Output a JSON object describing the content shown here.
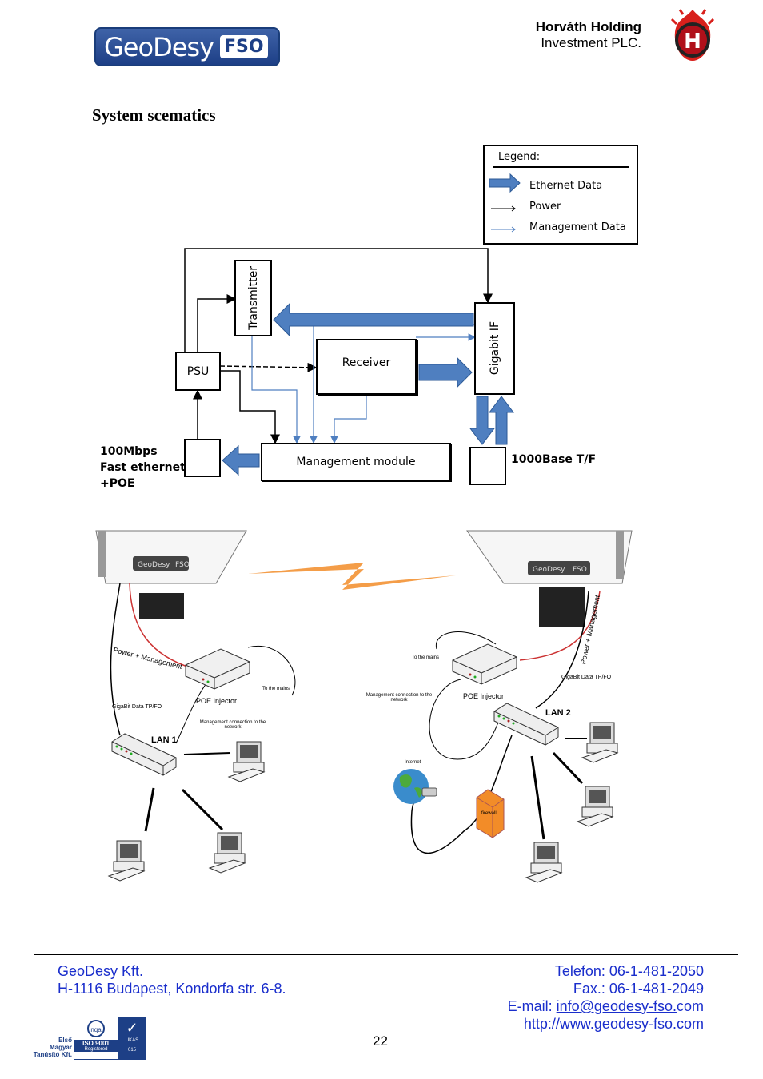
{
  "header": {
    "logo_main": "GeoDesy",
    "logo_tag": "FSO",
    "company_line1": "Horváth Holding",
    "company_line2": "Investment PLC.",
    "emblem_letter": "H"
  },
  "title": "System scematics",
  "legend": {
    "title": "Legend:",
    "items": [
      "Ethernet Data",
      "Power",
      "Management Data"
    ]
  },
  "schematic": {
    "transmitter": "Transmitter",
    "receiver": "Receiver",
    "psu": "PSU",
    "gigabit_if": "Gigabit IF",
    "management_module": "Management module",
    "left_port_label_1": "100Mbps",
    "left_port_label_2": "Fast ethernet",
    "left_port_label_3": "+POE",
    "right_port_label": "1000Base T/F"
  },
  "network": {
    "left": {
      "device_logo": "GeoDesy",
      "device_tag": "FSO",
      "power_label": "Power + Management",
      "poe_label": "POE Injector",
      "mains_label": "To the mains",
      "data_label": "GigaBit Data TP/FO",
      "mgmt_label": "Management connection to the network",
      "lan_label": "LAN 1"
    },
    "right": {
      "device_logo": "GeoDesy",
      "device_tag": "FSO",
      "power_label": "Power + Management",
      "poe_label": "POE Injector",
      "mains_label": "To the mains",
      "data_label": "GigaBit Data TP/FO",
      "mgmt_label": "Management connection to the network",
      "lan_label": "LAN 2",
      "internet_label": "Internet",
      "firewall_label": "firewall"
    }
  },
  "footer": {
    "company": "GeoDesy Kft.",
    "address": "H-1116 Budapest, Kondorfa str. 6-8.",
    "phone": "Telefon: 06-1-481-2050",
    "fax": "Fax.: 06-1-481-2049",
    "email_prefix": "E-mail: ",
    "email_link": "info@geodesy-fso.",
    "email_suffix": "com",
    "web": "http://www.geodesy-fso.com",
    "page_number": "22",
    "cert_text_1": "Első",
    "cert_text_2": "Magyar",
    "cert_text_3": "Tanúsító Kft.",
    "cert_iso": "ISO 9001",
    "cert_reg": "Registered",
    "cert_nqa": "nqa",
    "cert_ukas": "UKAS",
    "cert_num": "015"
  },
  "colors": {
    "arrow_blue": "#4f7fc0",
    "footer_blue": "#1a2ecc",
    "logo_blue": "#1d3f86"
  }
}
